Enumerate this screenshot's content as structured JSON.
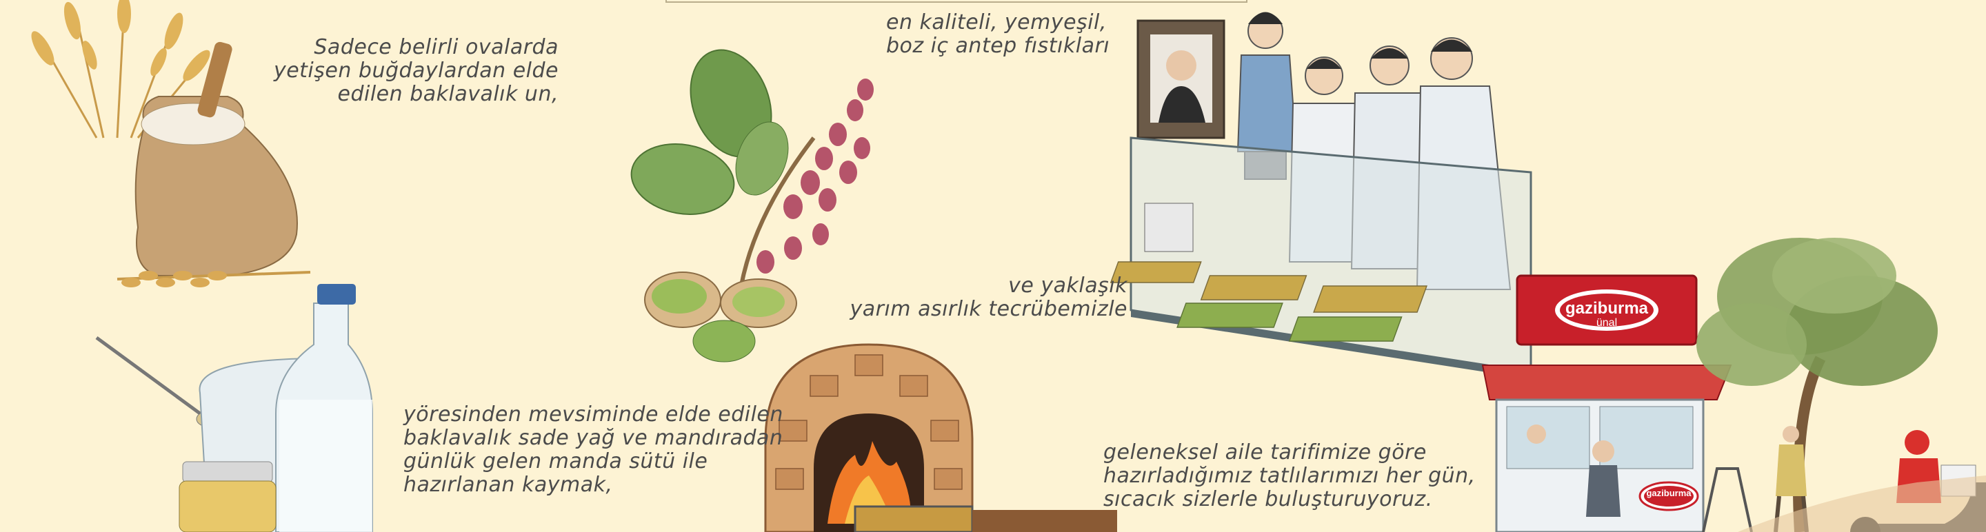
{
  "captions": {
    "flour": [
      "Sadece belirli ovalarda",
      "yetişen buğdaylardan elde",
      "edilen baklavalık un,"
    ],
    "pistachio": [
      "en kaliteli, yemyeşil,",
      "boz iç antep fıstıkları"
    ],
    "experience": [
      "ve yaklaşık",
      "yarım asırlık tecrübemizle"
    ],
    "butter": [
      "yöresinden mevsiminde elde edilen",
      "baklavalık sade yağ ve mandıradan",
      "günlük gelen manda sütü ile",
      "hazırlanan kaymak,"
    ],
    "family": [
      "geleneksel aile tarifimize göre",
      "hazırladığımız tatlılarımızı her gün,",
      "sıcacık sizlerle buluşturuyoruz."
    ]
  },
  "shop": {
    "brand": "gaziburma",
    "sub": "ünal"
  },
  "icons": [
    "wheat-sack-icon",
    "pistachio-branch-icon",
    "family-shop-counter-icon",
    "milk-bottle-icon",
    "stone-oven-icon",
    "storefront-icon",
    "olive-tree-icon",
    "scooter-courier-icon"
  ],
  "colors": {
    "background": "#fdf3d4",
    "sign_red": "#c8202a",
    "text": "#4b4b4b"
  }
}
